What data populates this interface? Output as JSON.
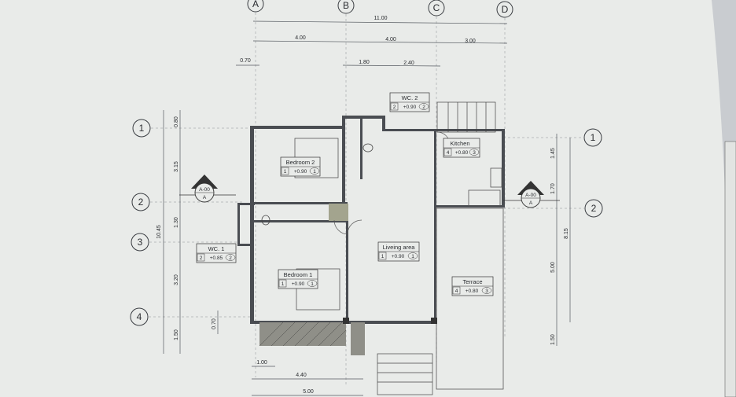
{
  "grid_columns": [
    "A",
    "B",
    "C",
    "D"
  ],
  "grid_rows_left": [
    "1",
    "2",
    "3",
    "4"
  ],
  "grid_rows_right": [
    "1",
    "2"
  ],
  "dimensions_top": {
    "overall": "11.00",
    "bays": [
      "4.00",
      "4.00",
      "3.00"
    ],
    "sub": [
      "1.80",
      "2.40"
    ],
    "offset": "0.70"
  },
  "dimensions_left": {
    "overall": "10.45",
    "segments": [
      "0.80",
      "3.15",
      "1.30",
      "3.20",
      "1.50"
    ],
    "small": "0.70"
  },
  "dimensions_right": {
    "segments": [
      "1.45",
      "1.70",
      "5.00",
      "1.50"
    ],
    "overall": "8.15"
  },
  "dimensions_bottom": {
    "sub": "1.00",
    "mid": "4.40",
    "overall": "5.00"
  },
  "rooms": {
    "bedroom2": {
      "name": "Bedroom 2",
      "tag": "1",
      "level": "+0.90",
      "num": "1"
    },
    "wc2": {
      "name": "WC. 2",
      "tag": "2",
      "level": "+0.90",
      "num": "2"
    },
    "kitchen": {
      "name": "Kitchen",
      "tag": "4",
      "level": "+0.80",
      "num": "3"
    },
    "wc1": {
      "name": "WC. 1",
      "tag": "2",
      "level": "+0.85",
      "num": "2"
    },
    "living": {
      "name": "Liveing area",
      "tag": "1",
      "level": "+0.90",
      "num": "1"
    },
    "bedroom1": {
      "name": "Bedroom 1",
      "tag": "1",
      "level": "+0.90",
      "num": "1"
    },
    "terrace": {
      "name": "Terrace",
      "tag": "4",
      "level": "+0.80",
      "num": "3"
    }
  },
  "section_marks": {
    "left": {
      "code": "A-00",
      "letter": "A"
    },
    "right": {
      "code": "A-00",
      "letter": "A"
    }
  },
  "colors": {
    "paper": "#e9ebe9",
    "ink": "#2a2c30",
    "background": "#6b7078"
  }
}
